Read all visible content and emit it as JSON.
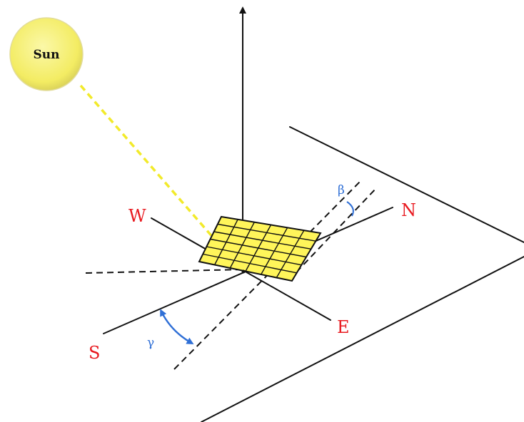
{
  "sun": {
    "label": "Sun"
  },
  "directions": {
    "north": "N",
    "south": "S",
    "east": "E",
    "west": "W"
  },
  "angles": {
    "tilt": "β",
    "azimuth": "γ"
  },
  "panel": {
    "rows": 6,
    "cols": 6
  },
  "colors": {
    "label_red": "#e8191f",
    "angle_blue": "#2f6fd6",
    "sun_fill": "#f5f07a",
    "sun_ray": "#f2ea2a",
    "panel_fill": "#fff55a",
    "line": "#111111"
  }
}
